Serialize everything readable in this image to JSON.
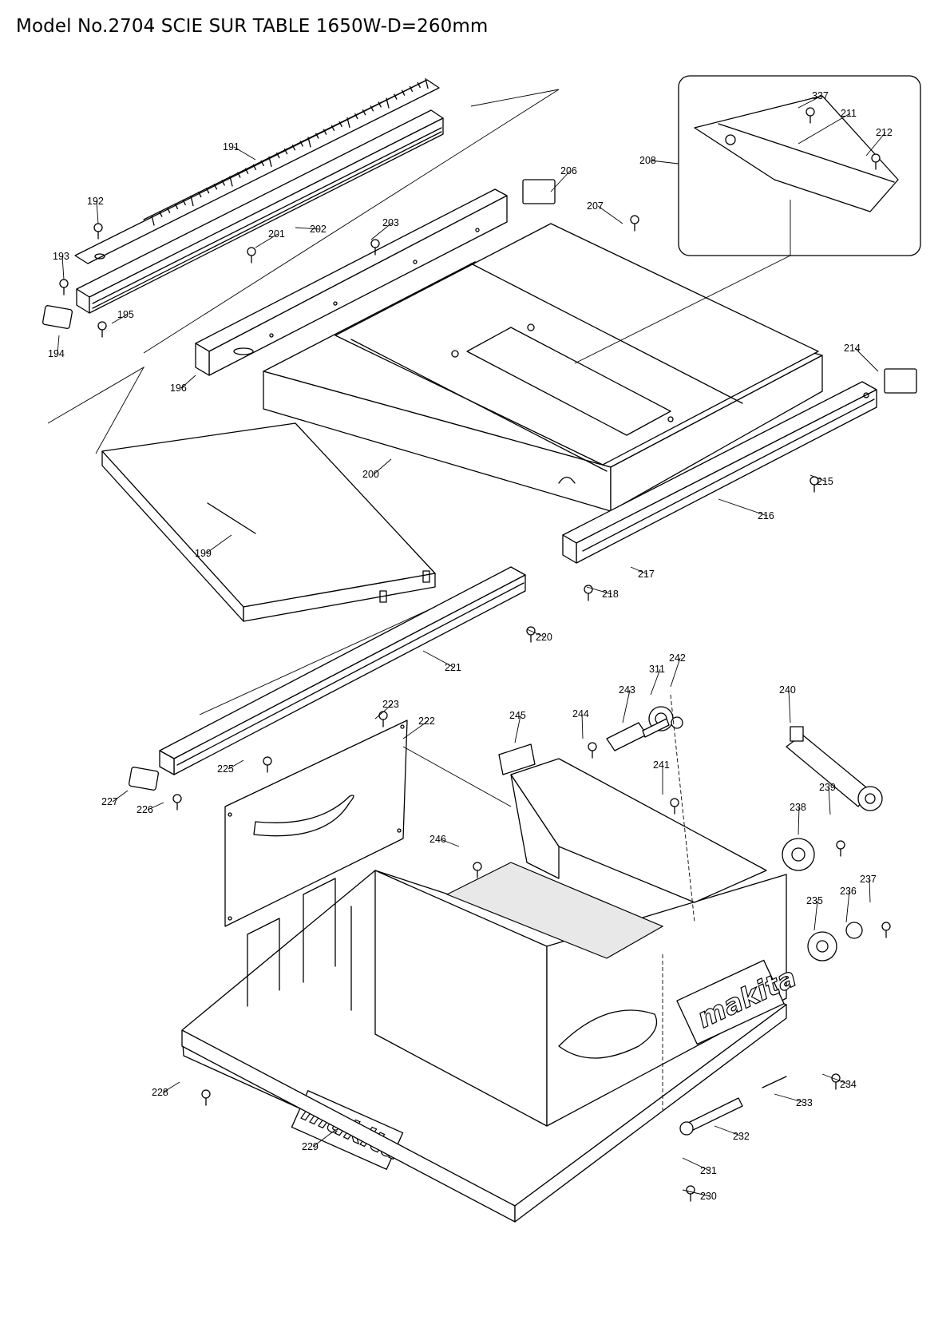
{
  "title": "Model No.2704 SCIE SUR TABLE 1650W-D=260mm",
  "brand_logo_text": "makita",
  "part_numbers": [
    "191",
    "192",
    "193",
    "194",
    "195",
    "196",
    "199",
    "200",
    "201",
    "202",
    "203",
    "206",
    "207",
    "208",
    "211",
    "212",
    "214",
    "215",
    "216",
    "217",
    "218",
    "220",
    "221",
    "222",
    "223",
    "225",
    "226",
    "227",
    "228",
    "229",
    "230",
    "231",
    "232",
    "233",
    "234",
    "235",
    "236",
    "237",
    "238",
    "239",
    "240",
    "241",
    "242",
    "243",
    "244",
    "245",
    "246",
    "311",
    "337"
  ]
}
